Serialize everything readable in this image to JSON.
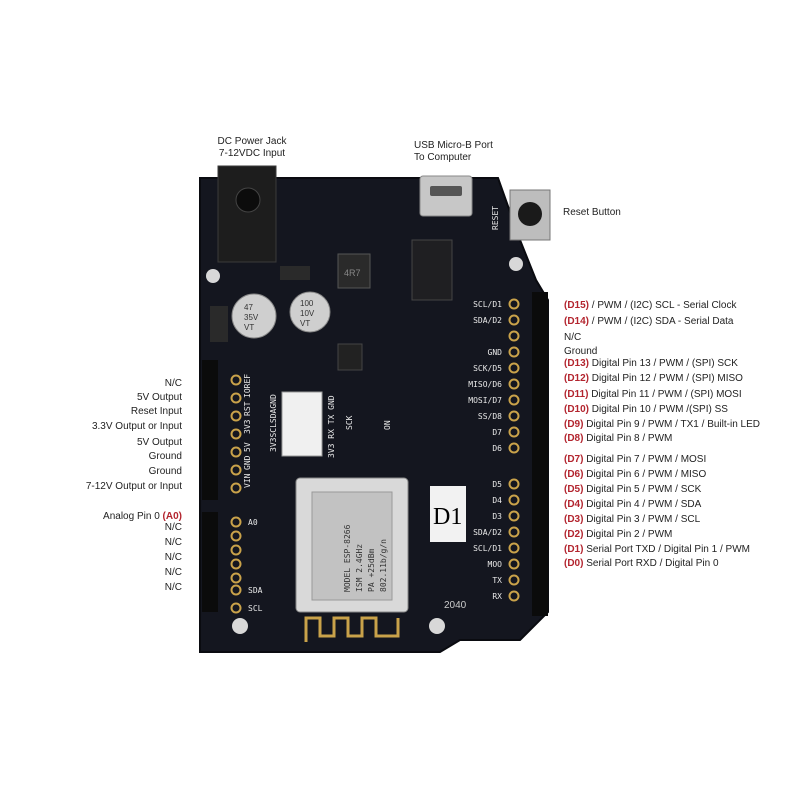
{
  "top_labels": {
    "dc_jack": [
      "DC Power Jack",
      "7-12VDC Input"
    ],
    "usb": [
      "USB Micro-B Port",
      "To Computer"
    ],
    "reset": "Reset Button"
  },
  "right_labels": [
    {
      "tag": "(D15)",
      "text": " / PWM / (I2C) SCL - Serial Clock"
    },
    {
      "tag": "(D14)",
      "text": " / PWM / (I2C) SDA - Serial Data"
    },
    {
      "tag": "",
      "text": "N/C"
    },
    {
      "tag": "",
      "text": "Ground"
    },
    {
      "tag": "(D13)",
      "text": " Digital Pin 13 / PWM / (SPI) SCK"
    },
    {
      "tag": "(D12)",
      "text": " Digital Pin 12 / PWM / (SPI) MISO"
    },
    {
      "tag": "(D11)",
      "text": " Digital Pin 11 / PWM / (SPI) MOSI"
    },
    {
      "tag": "(D10)",
      "text": " Digital Pin 10 / PWM /(SPI) SS"
    },
    {
      "tag": "(D9)",
      "text": " Digital Pin 9 / PWM / TX1 / Built-in LED"
    },
    {
      "tag": "(D8)",
      "text": " Digital Pin 8 / PWM"
    },
    {
      "tag": "(D7)",
      "text": " Digital Pin 7 / PWM / MOSI"
    },
    {
      "tag": "(D6)",
      "text": " Digital Pin 6 / PWM / MISO"
    },
    {
      "tag": "(D5)",
      "text": " Digital Pin 5 / PWM / SCK"
    },
    {
      "tag": "(D4)",
      "text": " Digital Pin 4 / PWM / SDA"
    },
    {
      "tag": "(D3)",
      "text": " Digital Pin 3 / PWM / SCL"
    },
    {
      "tag": "(D2)",
      "text": " Digital Pin 2 / PWM"
    },
    {
      "tag": "(D1)",
      "text": " Serial Port TXD / Digital Pin 1 / PWM"
    },
    {
      "tag": "(D0)",
      "text": " Serial Port RXD / Digital Pin 0"
    }
  ],
  "left_labels": [
    "N/C",
    "5V Output",
    "Reset Input",
    "3.3V Output or Input",
    "5V Output",
    "Ground",
    "Ground",
    "7-12V Output or Input"
  ],
  "analog_label": {
    "text": "Analog Pin 0 ",
    "tag": "(A0)"
  },
  "left_nc": [
    "N/C",
    "N/C",
    "N/C",
    "N/C",
    "N/C"
  ],
  "board_pin_right": [
    "SCL/D1",
    "SDA/D2",
    "",
    "GND",
    "SCK/D5",
    "MISO/D6",
    "MOSI/D7",
    "SS/D8",
    "D7",
    "D6",
    "D5",
    "D4",
    "D3",
    "SDA/D2",
    "SCL/D1",
    "MOO",
    "TX",
    "RX"
  ],
  "board_pin_left": [
    "IOREF",
    "RST",
    "3V3",
    "5V",
    "GND",
    "VIN"
  ],
  "board_pin_left2": [
    "A0",
    "SDA",
    "SCL"
  ],
  "board_text": {
    "reset": "RESET",
    "d1": "D1",
    "year": "2040",
    "header_top": "3V3SCLSDAGND",
    "header_side": "3V3 RX TX GND",
    "sck": "SCK",
    "on": "ON",
    "cap1": [
      "47",
      "35V",
      "VT"
    ],
    "cap2": [
      "100",
      "10V",
      "VT"
    ],
    "inductor": "4R7",
    "module": [
      "MODEL ESP-8266",
      "ISM 2.4GHz",
      "PA +25dBm",
      "802.11b/g/n"
    ]
  },
  "colors": {
    "board": "#14161f",
    "highlight": "#b3242e",
    "pin_gold": "#c9a24a"
  }
}
